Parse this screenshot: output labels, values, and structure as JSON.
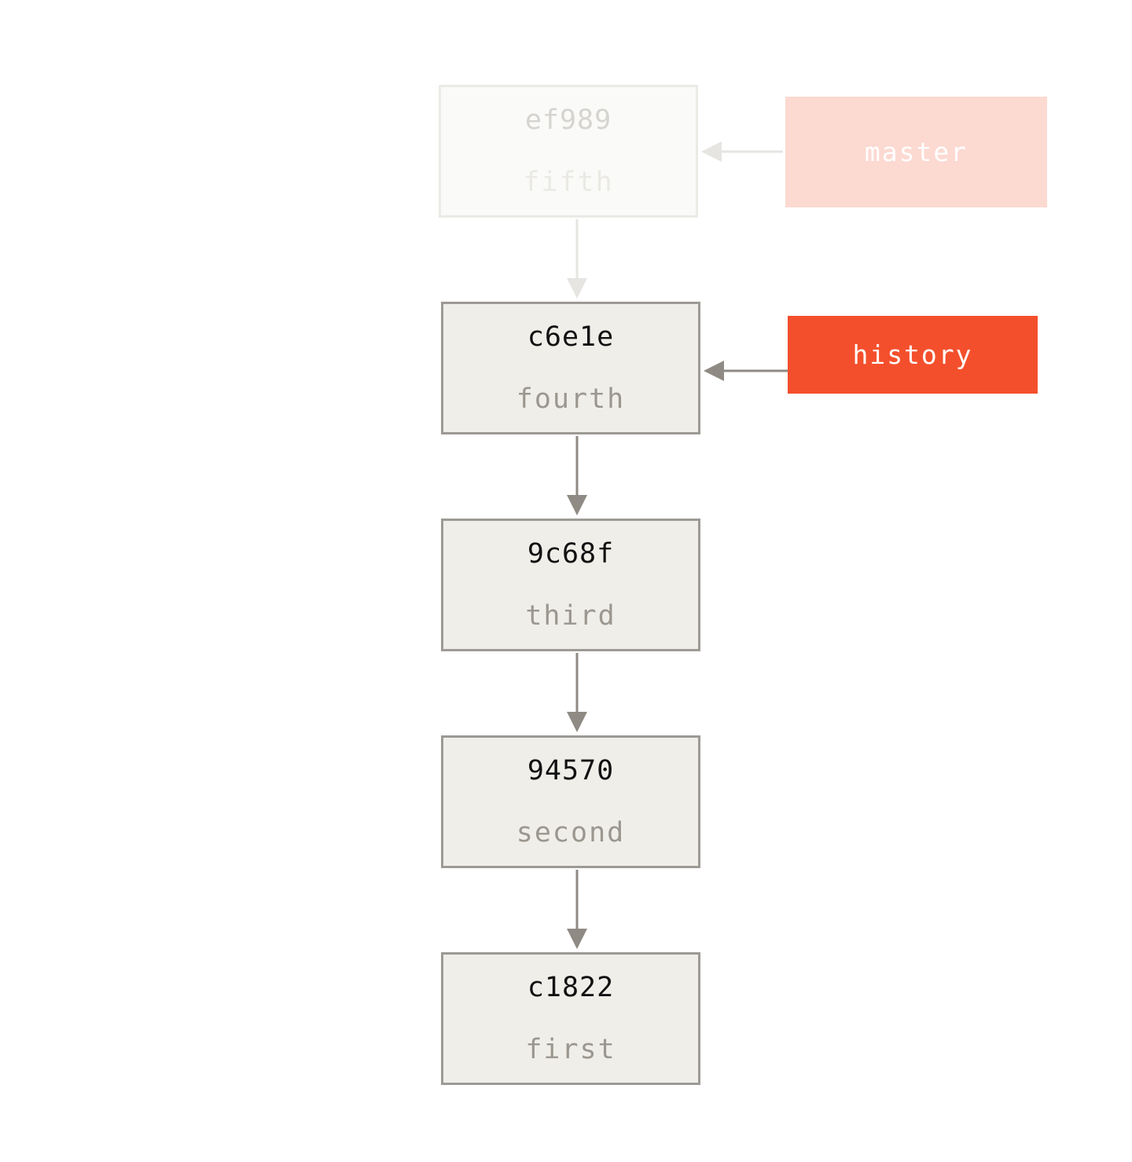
{
  "colors": {
    "commit_fill": "#efeee8",
    "commit_border": "#9d9a95",
    "arrow": "#8f8a83",
    "arrow_faded": "#e6e5e2",
    "branch_active": "#f44f2c",
    "branch_faded": "#fcd9d1"
  },
  "commits": [
    {
      "hash": "ef989",
      "message": "fifth",
      "faded": true
    },
    {
      "hash": "c6e1e",
      "message": "fourth",
      "faded": false
    },
    {
      "hash": "9c68f",
      "message": "third",
      "faded": false
    },
    {
      "hash": "94570",
      "message": "second",
      "faded": false
    },
    {
      "hash": "c1822",
      "message": "first",
      "faded": false
    }
  ],
  "branches": {
    "master": {
      "label": "master",
      "target": "ef989",
      "faded": true
    },
    "history": {
      "label": "history",
      "target": "c6e1e",
      "faded": false
    }
  }
}
